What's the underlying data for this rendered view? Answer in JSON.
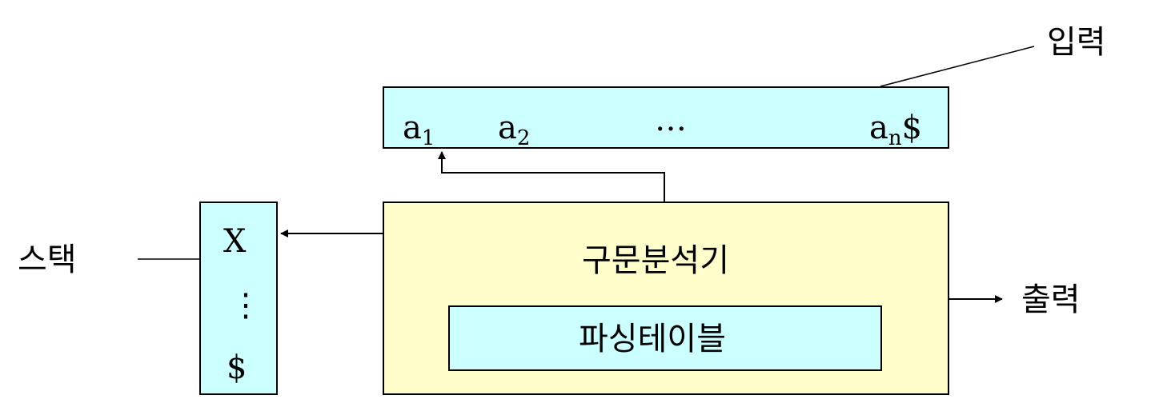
{
  "labels": {
    "input": "입력",
    "stack": "스택",
    "output": "출력",
    "parser": "구문분석기",
    "parsing_table": "파싱테이블"
  },
  "input_tape": {
    "symbols": [
      {
        "base": "a",
        "sub": "1"
      },
      {
        "base": "a",
        "sub": "2"
      },
      {
        "base": "…",
        "sub": ""
      },
      {
        "base": "a",
        "sub": "n",
        "suffix": "$"
      }
    ]
  },
  "stack": {
    "top": "X",
    "middle": "⋮",
    "bottom": "$"
  }
}
